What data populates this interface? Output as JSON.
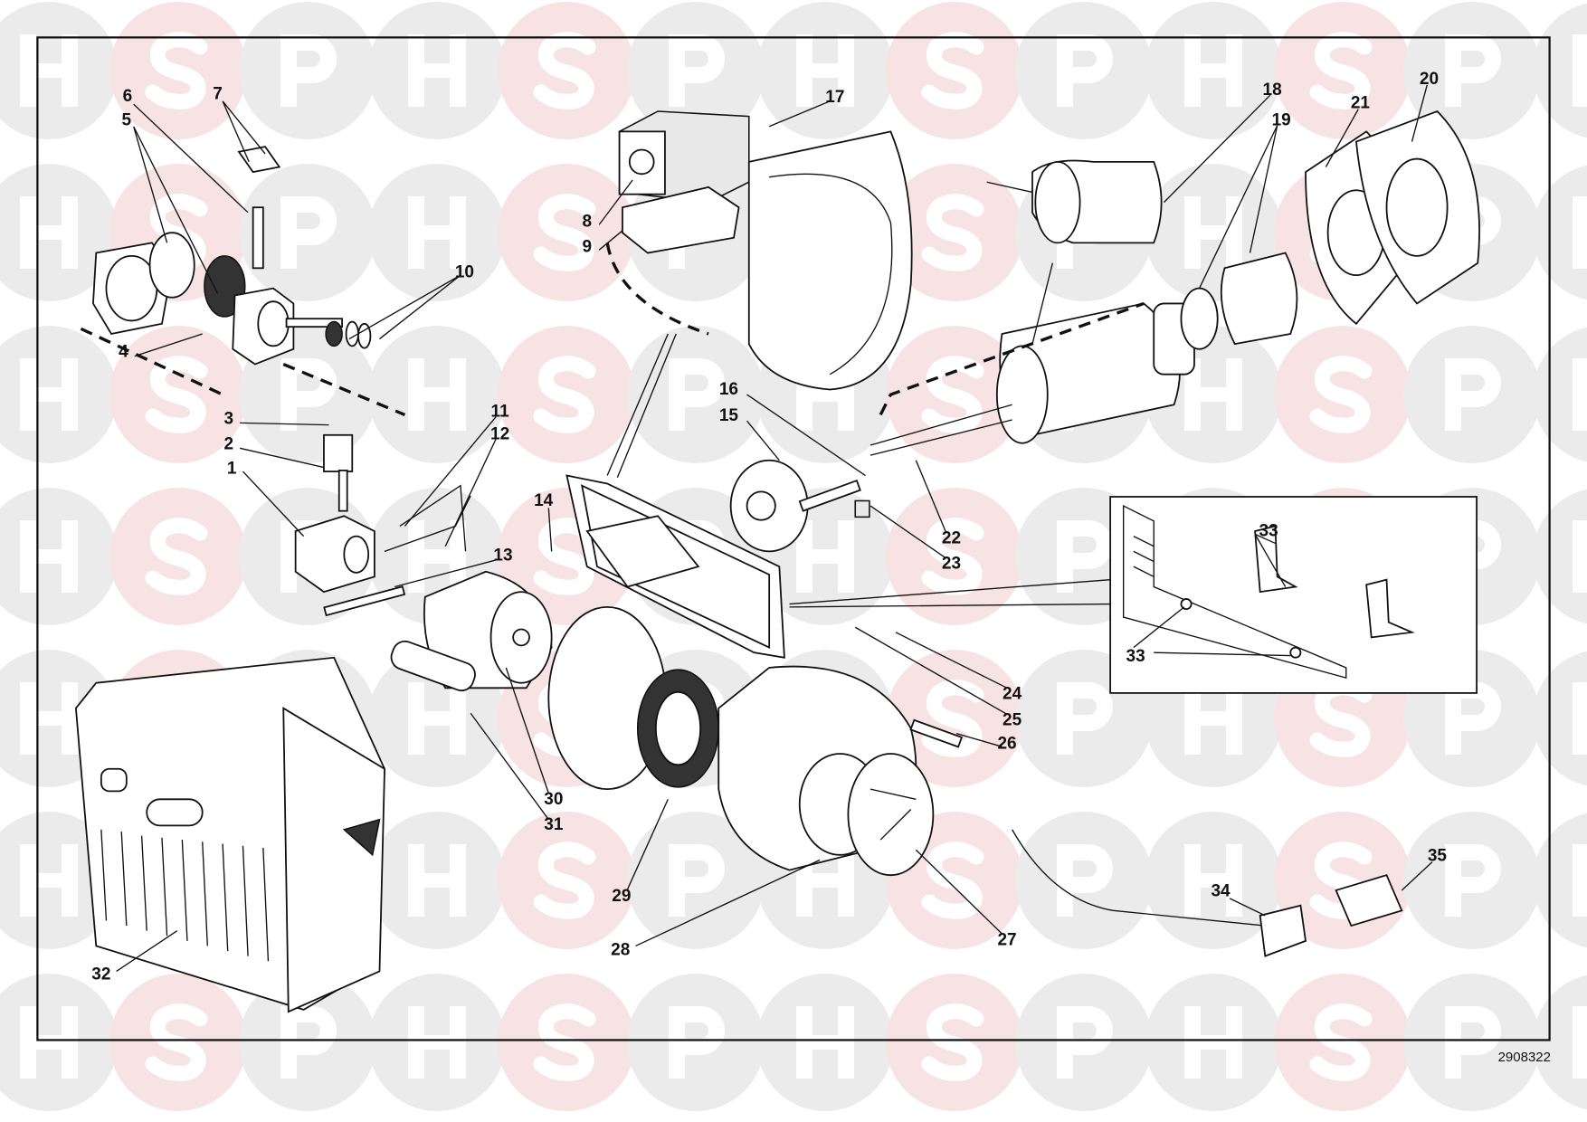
{
  "watermark": {
    "letters": [
      "H",
      "S",
      "P"
    ],
    "colors": {
      "grey": "#ebebeb",
      "pink": "#f7e3e3"
    }
  },
  "callouts": [
    "6",
    "5",
    "7",
    "10",
    "4",
    "3",
    "2",
    "1",
    "11",
    "12",
    "13",
    "14",
    "8",
    "9",
    "17",
    "16",
    "15",
    "18",
    "19",
    "21",
    "20",
    "22",
    "23",
    "33",
    "33",
    "24",
    "25",
    "26",
    "30",
    "31",
    "29",
    "28",
    "27",
    "34",
    "35",
    "32"
  ],
  "drawing_number": "2908322"
}
